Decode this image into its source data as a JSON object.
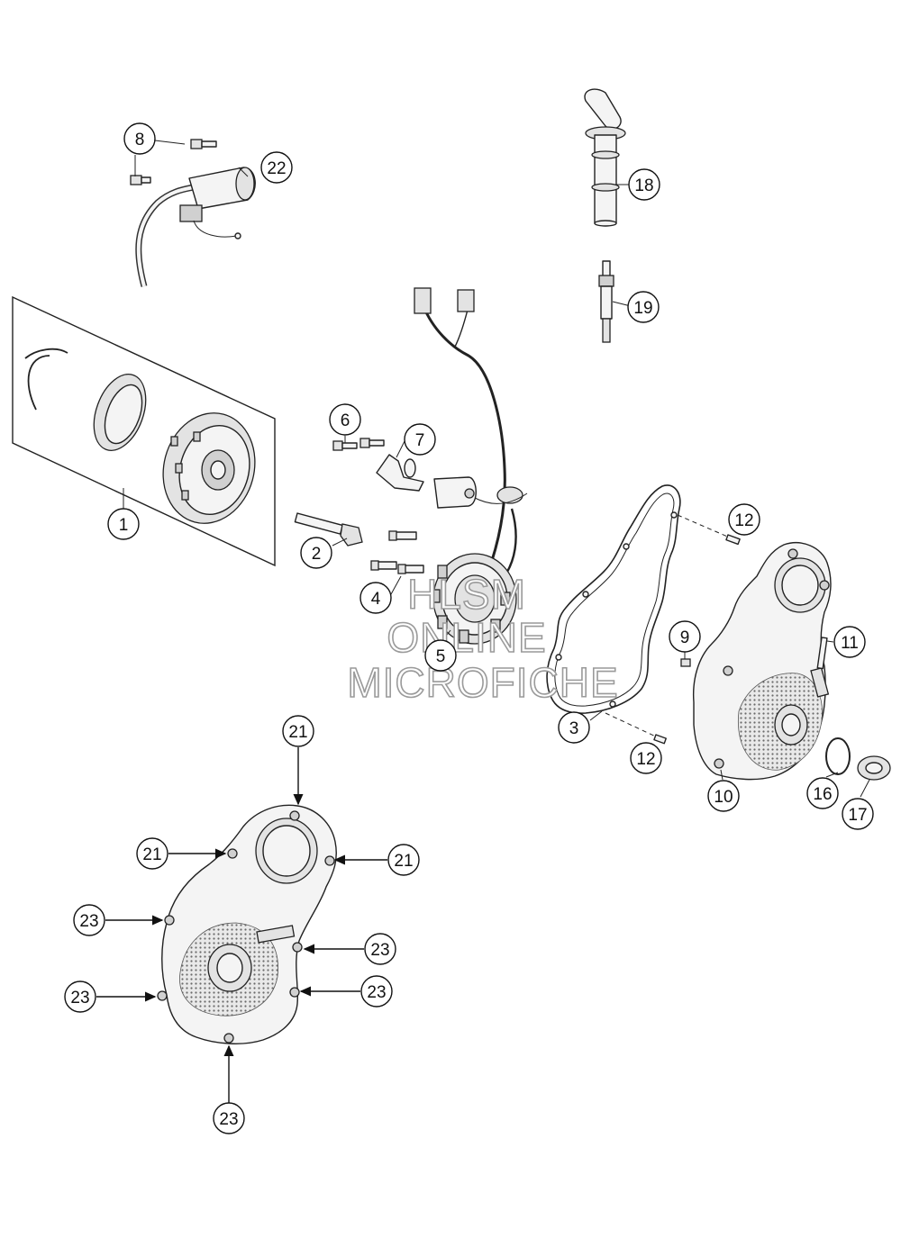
{
  "watermark": {
    "line1": "HLSM",
    "line2": "ONLINE",
    "line3": "MICROFICHE"
  },
  "callouts": {
    "c1": "1",
    "c2": "2",
    "c3": "3",
    "c4": "4",
    "c5": "5",
    "c6": "6",
    "c7": "7",
    "c8": "8",
    "c9": "9",
    "c10": "10",
    "c11": "11",
    "c12a": "12",
    "c12b": "12",
    "c16": "16",
    "c17": "17",
    "c18": "18",
    "c19": "19",
    "c21a": "21",
    "c21b": "21",
    "c21c": "21",
    "c22": "22",
    "c23a": "23",
    "c23b": "23",
    "c23c": "23",
    "c23d": "23",
    "c23e": "23"
  }
}
